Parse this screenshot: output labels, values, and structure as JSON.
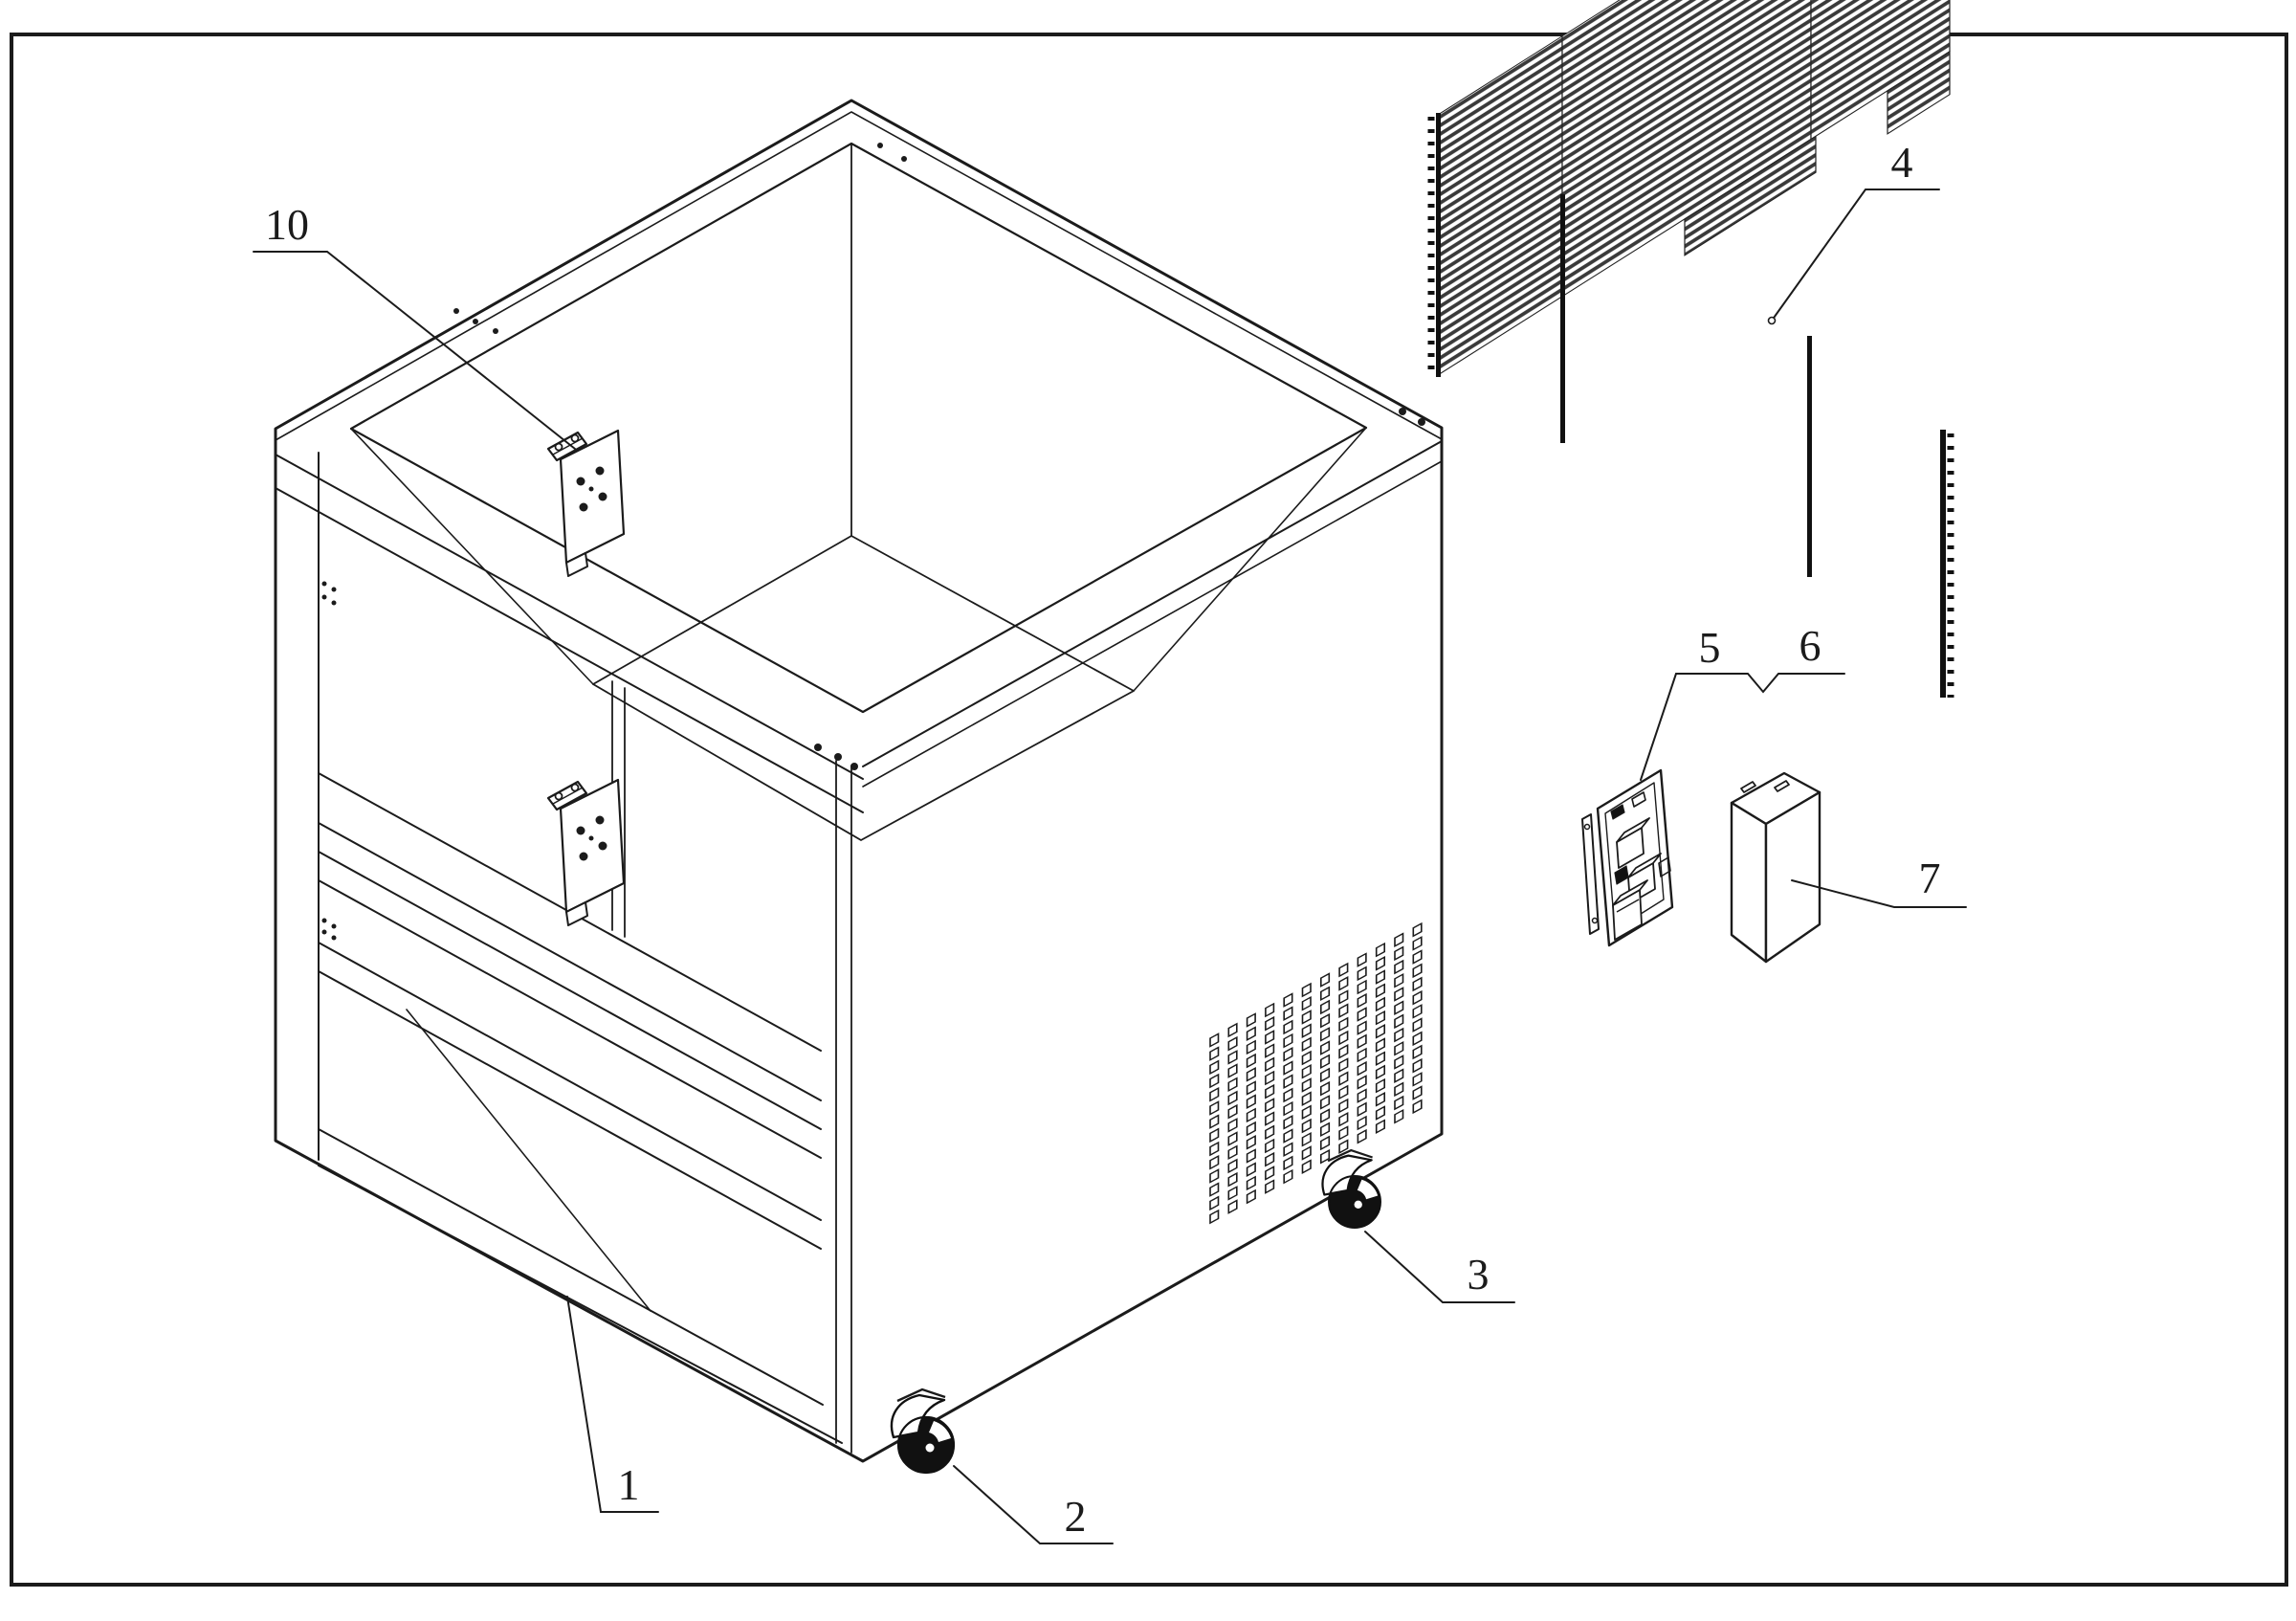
{
  "figure": {
    "background": "#ffffff",
    "line_color": "#1b1b1b",
    "slat_color": "#3a3a3a",
    "description_kind": "patent-style exploded isometric line drawing"
  },
  "callouts": {
    "c1": {
      "label": "1"
    },
    "c2": {
      "label": "2"
    },
    "c3": {
      "label": "3"
    },
    "c4": {
      "label": "4"
    },
    "c5": {
      "label": "5"
    },
    "c6": {
      "label": "6"
    },
    "c7": {
      "label": "7"
    },
    "c10": {
      "label": "10"
    }
  }
}
